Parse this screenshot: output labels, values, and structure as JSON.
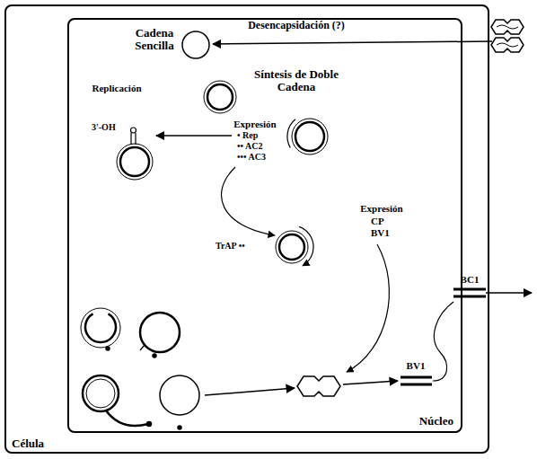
{
  "diagram": {
    "nodes": [
      {
        "text": [
          "Célula"
        ]
      },
      {
        "text": [
          "Núcleo"
        ],
        "in": 0
      }
    ],
    "labels": [
      "Cadena Sencilla",
      "Desencapsidación (?)",
      "Síntesis de Doble Cadena",
      "Replicación",
      "3'-OH",
      "Expresión",
      "• Rep",
      "•• AC2",
      "••• AC3",
      "TrAP ••",
      "Expresión",
      "CP",
      "BV1",
      "BV1",
      "BC1"
    ]
  }
}
